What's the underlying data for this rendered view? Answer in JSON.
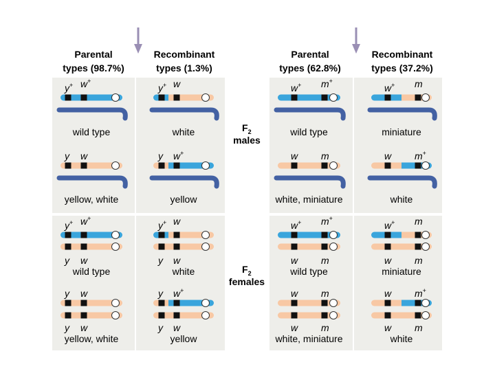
{
  "headers": {
    "left_parental": [
      "Parental",
      "types (98.7%)"
    ],
    "left_recombinant": [
      "Recombinant",
      "types (1.3%)"
    ],
    "right_parental": [
      "Parental",
      "types (62.8%)"
    ],
    "right_recombinant": [
      "Recombinant",
      "types (37.2%)"
    ]
  },
  "center_labels": {
    "males": {
      "prefix": "F",
      "sub": "2",
      "word": "males"
    },
    "females": {
      "prefix": "F",
      "sub": "2",
      "word": "females"
    }
  },
  "colors": {
    "panel": "#eeeeea",
    "blue": "#3aa5dc",
    "peach": "#f8c8a4",
    "y_chromosome": "#4361a3",
    "arrow": "#9a8fb4",
    "locus": "#111111"
  },
  "panels": {
    "males_left_parental": {
      "top": {
        "genes": [
          "y",
          "w"
        ],
        "sups": [
          "+",
          "+"
        ],
        "chrom": "blue",
        "label": "wild type"
      },
      "bottom": {
        "genes": [
          "y",
          "w"
        ],
        "sups": [
          "",
          ""
        ],
        "chrom": "peach",
        "label": "yellow, white"
      }
    },
    "males_left_recombinant": {
      "top": {
        "genes": [
          "y",
          "w"
        ],
        "sups": [
          "+",
          ""
        ],
        "chrom": "blue-peach",
        "label": "white"
      },
      "bottom": {
        "genes": [
          "y",
          "w"
        ],
        "sups": [
          "",
          "+"
        ],
        "chrom": "peach-blue",
        "label": "yellow"
      }
    },
    "males_right_parental": {
      "top": {
        "genes": [
          "w",
          "m"
        ],
        "sups": [
          "+",
          "+"
        ],
        "chrom": "blue",
        "label": "wild type"
      },
      "bottom": {
        "genes": [
          "w",
          "m"
        ],
        "sups": [
          "",
          ""
        ],
        "chrom": "peach",
        "label": "white, miniature"
      }
    },
    "males_right_recombinant": {
      "top": {
        "genes": [
          "w",
          "m"
        ],
        "sups": [
          "+",
          ""
        ],
        "chrom": "blue-peach",
        "label": "miniature"
      },
      "bottom": {
        "genes": [
          "w",
          "m"
        ],
        "sups": [
          "",
          "+"
        ],
        "chrom": "peach-blue",
        "label": "white"
      }
    },
    "females_left_parental": {
      "top": {
        "genes": [
          "y",
          "w"
        ],
        "sups": [
          "+",
          "+"
        ],
        "chrom": "blue",
        "lower_genes": [
          "y",
          "w"
        ],
        "label": "wild type"
      },
      "bottom": {
        "genes": [
          "y",
          "w"
        ],
        "sups": [
          "",
          ""
        ],
        "chrom": "peach",
        "lower_genes": [
          "y",
          "w"
        ],
        "label": "yellow, white"
      }
    },
    "females_left_recombinant": {
      "top": {
        "genes": [
          "y",
          "w"
        ],
        "sups": [
          "+",
          ""
        ],
        "chrom": "blue-peach",
        "lower_genes": [
          "y",
          "w"
        ],
        "label": "white"
      },
      "bottom": {
        "genes": [
          "y",
          "w"
        ],
        "sups": [
          "",
          "+"
        ],
        "chrom": "peach-blue",
        "lower_genes": [
          "y",
          "w"
        ],
        "label": "yellow"
      }
    },
    "females_right_parental": {
      "top": {
        "genes": [
          "w",
          "m"
        ],
        "sups": [
          "+",
          "+"
        ],
        "chrom": "blue",
        "lower_genes": [
          "w",
          "m"
        ],
        "label": "wild type"
      },
      "bottom": {
        "genes": [
          "w",
          "m"
        ],
        "sups": [
          "",
          ""
        ],
        "chrom": "peach",
        "lower_genes": [
          "w",
          "m"
        ],
        "label": "white, miniature"
      }
    },
    "females_right_recombinant": {
      "top": {
        "genes": [
          "w",
          "m"
        ],
        "sups": [
          "+",
          ""
        ],
        "chrom": "blue-peach",
        "lower_genes": [
          "w",
          "m"
        ],
        "label": "miniature"
      },
      "bottom": {
        "genes": [
          "w",
          "m"
        ],
        "sups": [
          "",
          "+"
        ],
        "chrom": "peach-blue",
        "lower_genes": [
          "w",
          "m"
        ],
        "label": "white"
      }
    }
  }
}
